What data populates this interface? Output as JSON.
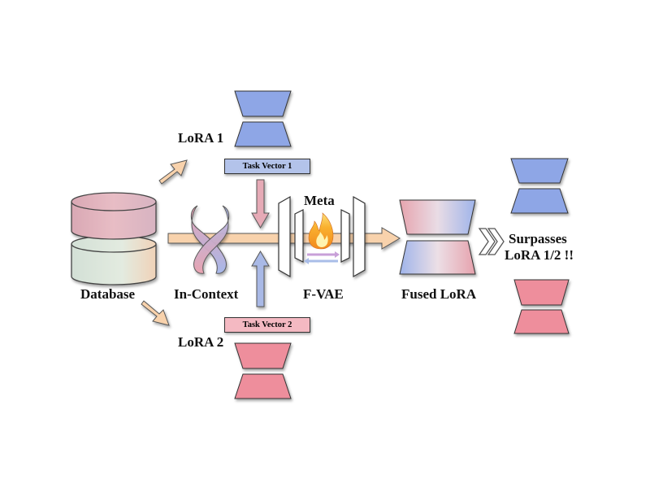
{
  "labels": {
    "database": "Database",
    "lora1": "LoRA 1",
    "lora2": "LoRA 2",
    "in_context": "In-Context",
    "meta": "Meta",
    "fvae": "F-VAE",
    "fused_lora": "Fused LoRA",
    "result_line1": "Surpasses",
    "result_line2": "LoRA 1/2 !!"
  },
  "task_vectors": {
    "tv1": "Task Vector 1",
    "tv2": "Task Vector 2"
  },
  "colors": {
    "blue": "#8ea6e6",
    "pink": "#ee8e9c",
    "arrow": "#f8d2ac",
    "tv1_bg": "#b3c3ea",
    "tv2_bg": "#f4b9c2"
  }
}
